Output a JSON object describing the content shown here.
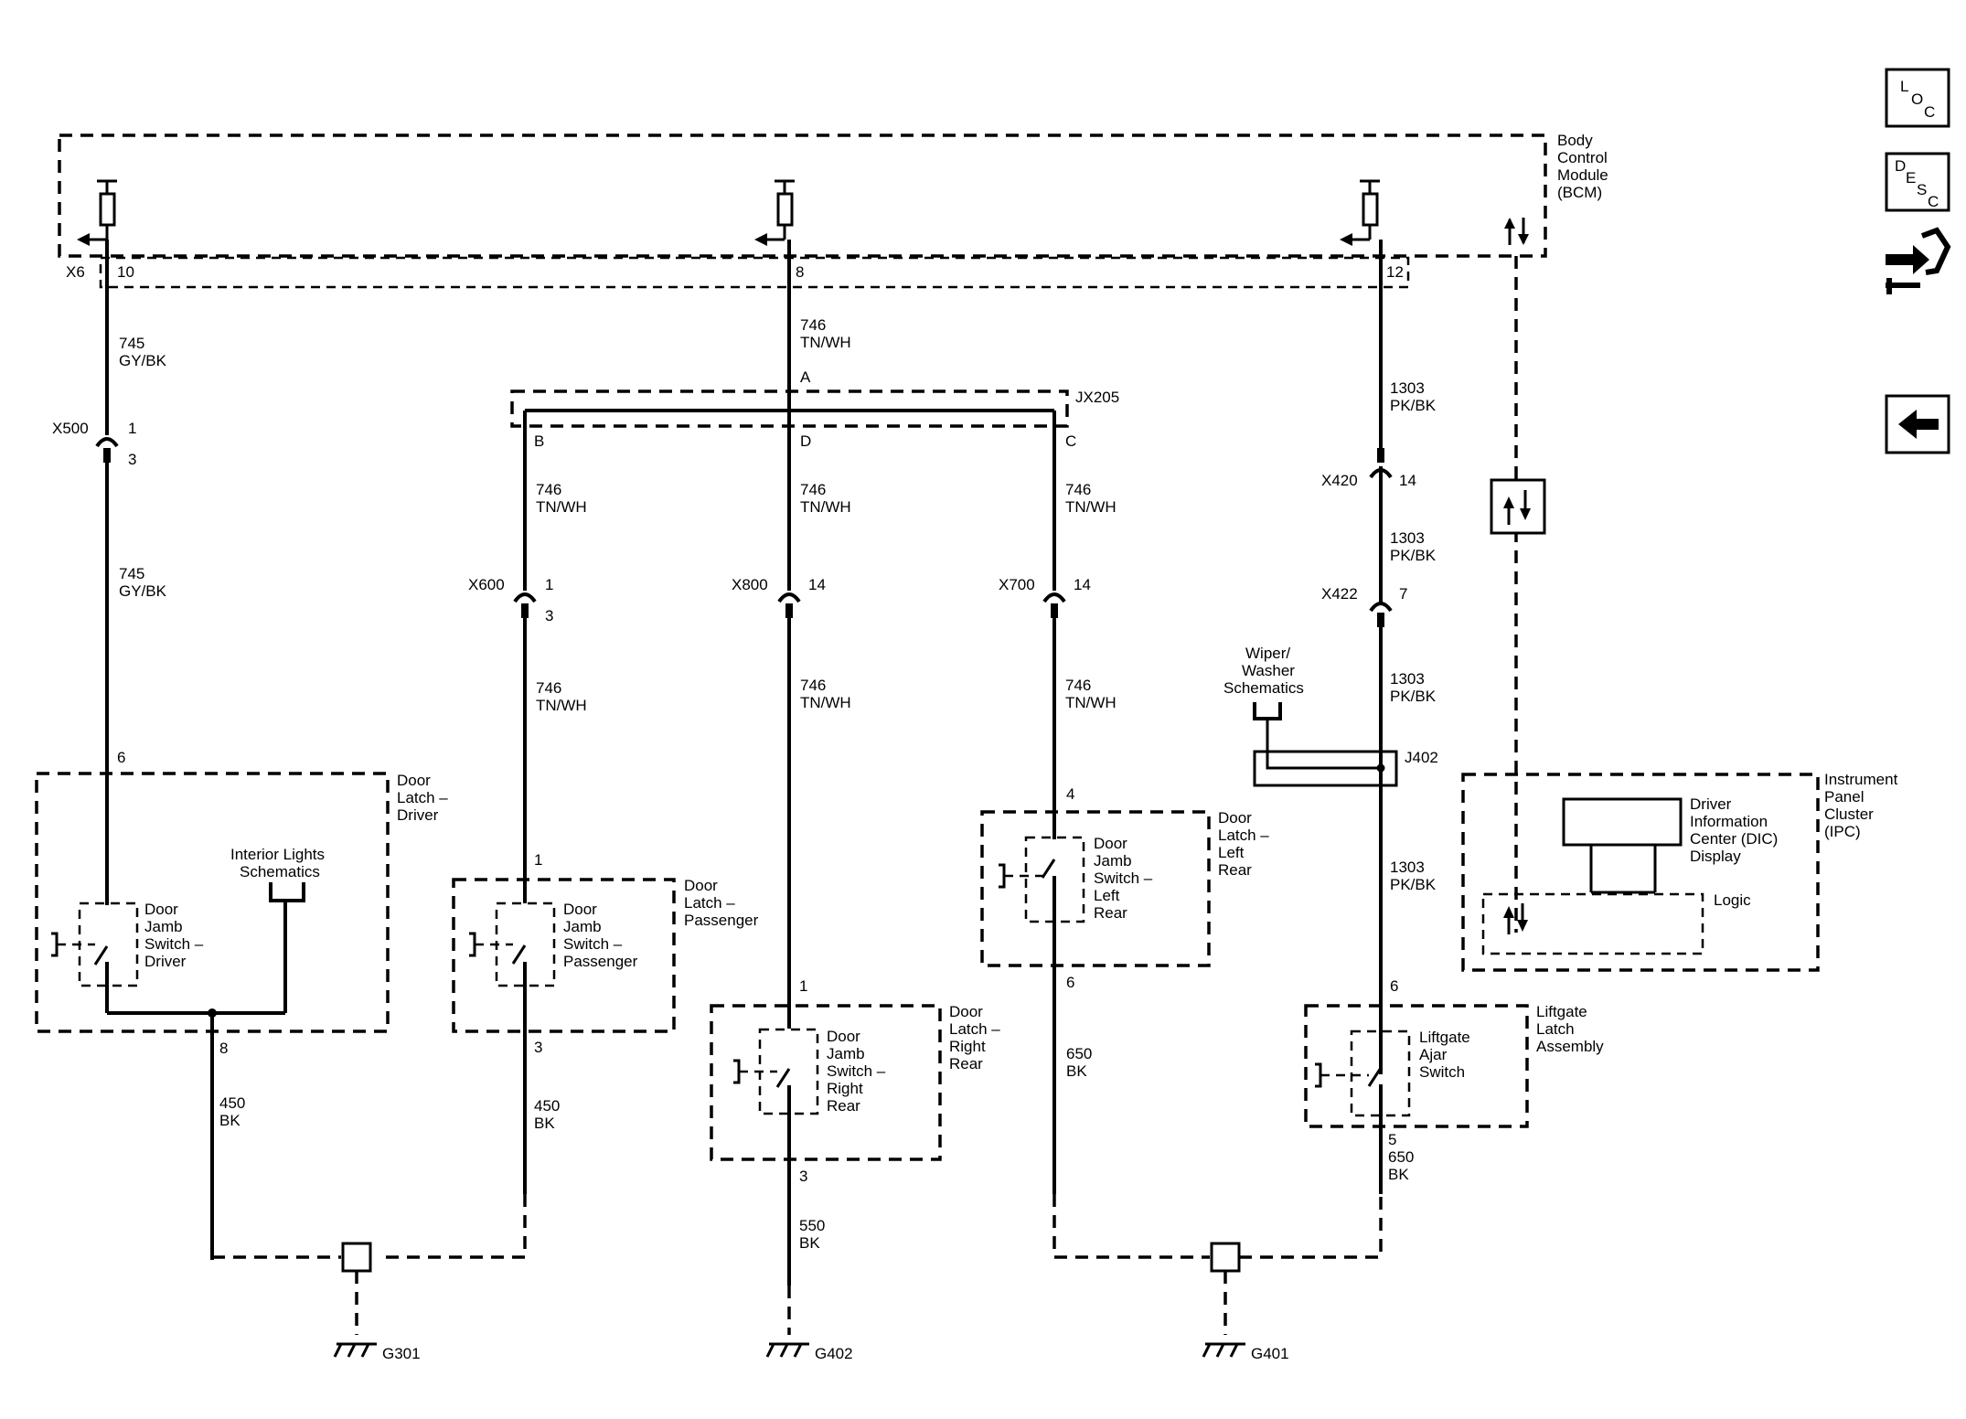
{
  "modules": {
    "bcm": [
      "Body",
      "Control",
      "Module",
      "(BCM)"
    ],
    "ipc": [
      "Instrument",
      "Panel",
      "Cluster",
      "(IPC)"
    ],
    "dic": [
      "Driver",
      "Information",
      "Center (DIC)",
      "Display"
    ],
    "logic": "Logic"
  },
  "connectors": {
    "x6": "X6",
    "x500": "X500",
    "x600": "X600",
    "x800": "X800",
    "x700": "X700",
    "x420": "X420",
    "x422": "X422",
    "jx205": "JX205",
    "j402": "J402"
  },
  "pins": {
    "x6_driver": "10",
    "x6_right": "8",
    "x6_liftgate": "12",
    "x500_a": "1",
    "x500_b": "3",
    "x600_a": "1",
    "x600_b": "3",
    "x800": "14",
    "x700": "14",
    "x420": "14",
    "x422": "7",
    "jx205_a": "A",
    "jx205_b": "B",
    "jx205_c": "C",
    "jx205_d": "D",
    "driver_in": "6",
    "driver_out": "8",
    "pass_in": "1",
    "pass_out": "3",
    "rr_in": "1",
    "rr_out": "3",
    "lr_in": "4",
    "lr_out": "6",
    "lift_in": "6",
    "lift_out": "5"
  },
  "wires": {
    "w745": [
      "745",
      "GY/BK"
    ],
    "w746": [
      "746",
      "TN/WH"
    ],
    "w1303": [
      "1303",
      "PK/BK"
    ],
    "w450": [
      "450",
      "BK"
    ],
    "w550": [
      "550",
      "BK"
    ],
    "w650": [
      "650",
      "BK"
    ]
  },
  "components": {
    "door_latch_driver": [
      "Door",
      "Latch –",
      "Driver"
    ],
    "door_jamb_driver": [
      "Door",
      "Jamb",
      "Switch –",
      "Driver"
    ],
    "interior_lights": [
      "Interior Lights",
      "Schematics"
    ],
    "door_latch_passenger": [
      "Door",
      "Latch –",
      "Passenger"
    ],
    "door_jamb_passenger": [
      "Door",
      "Jamb",
      "Switch –",
      "Passenger"
    ],
    "door_latch_rr": [
      "Door",
      "Latch –",
      "Right",
      "Rear"
    ],
    "door_jamb_rr": [
      "Door",
      "Jamb",
      "Switch –",
      "Right",
      "Rear"
    ],
    "door_latch_lr": [
      "Door",
      "Latch –",
      "Left",
      "Rear"
    ],
    "door_jamb_lr": [
      "Door",
      "Jamb",
      "Switch –",
      "Left",
      "Rear"
    ],
    "wiper": [
      "Wiper/",
      "Washer",
      "Schematics"
    ],
    "liftgate_latch": [
      "Liftgate",
      "Latch",
      "Assembly"
    ],
    "liftgate_switch": [
      "Liftgate",
      "Ajar",
      "Switch"
    ]
  },
  "grounds": {
    "g301": "G301",
    "g402": "G402",
    "g401": "G401"
  },
  "nav_icons": [
    "loc-icon",
    "desc-icon",
    "connector-icon",
    "back-arrow-icon"
  ],
  "nav_text": {
    "loc": [
      "L",
      "O",
      "C"
    ],
    "desc": [
      "D",
      "E",
      "S",
      "C"
    ]
  },
  "colors": {
    "line": "#000000",
    "background": "#ffffff"
  }
}
